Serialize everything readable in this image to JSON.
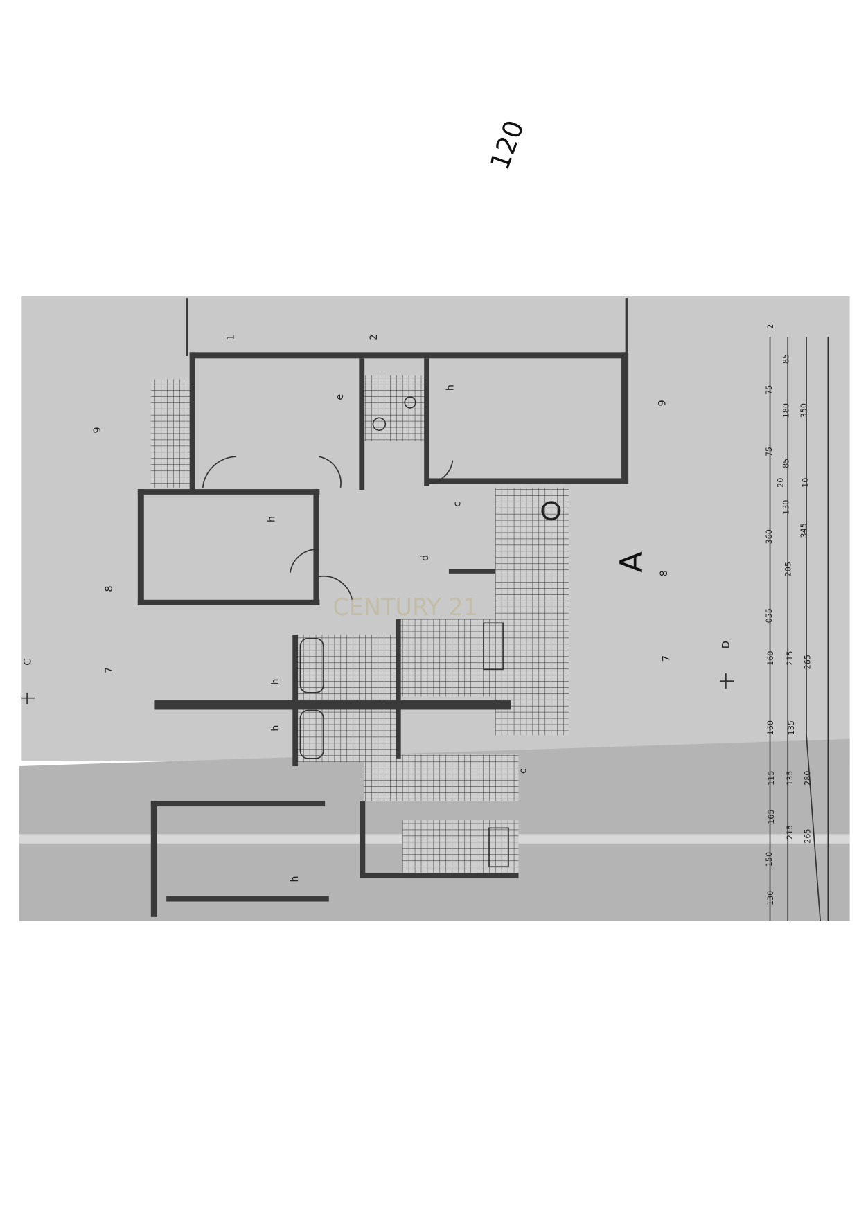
{
  "page": {
    "handwritten_number": "120"
  },
  "plan": {
    "handwritten_mark": "A",
    "watermark": "CENTURY 21",
    "section_markers": [
      "C",
      "D"
    ],
    "axis_labels": [
      "1",
      "2",
      "9",
      "9",
      "8",
      "8",
      "7",
      "7"
    ],
    "room_labels": [
      "h",
      "e",
      "h",
      "d",
      "c",
      "h",
      "h",
      "c",
      "h"
    ],
    "dimensions": [
      "2",
      "85",
      "75",
      "180",
      "350",
      "75",
      "85",
      "10",
      "20",
      "130",
      "360",
      "345",
      "205",
      "055",
      "160",
      "215",
      "265",
      "160",
      "135",
      "115",
      "135",
      "280",
      "165",
      "215",
      "265",
      "150",
      "130"
    ]
  },
  "colors": {
    "paper": "#c9c9c9",
    "paper_dark": "#a9a9a9",
    "ink": "#333333"
  }
}
